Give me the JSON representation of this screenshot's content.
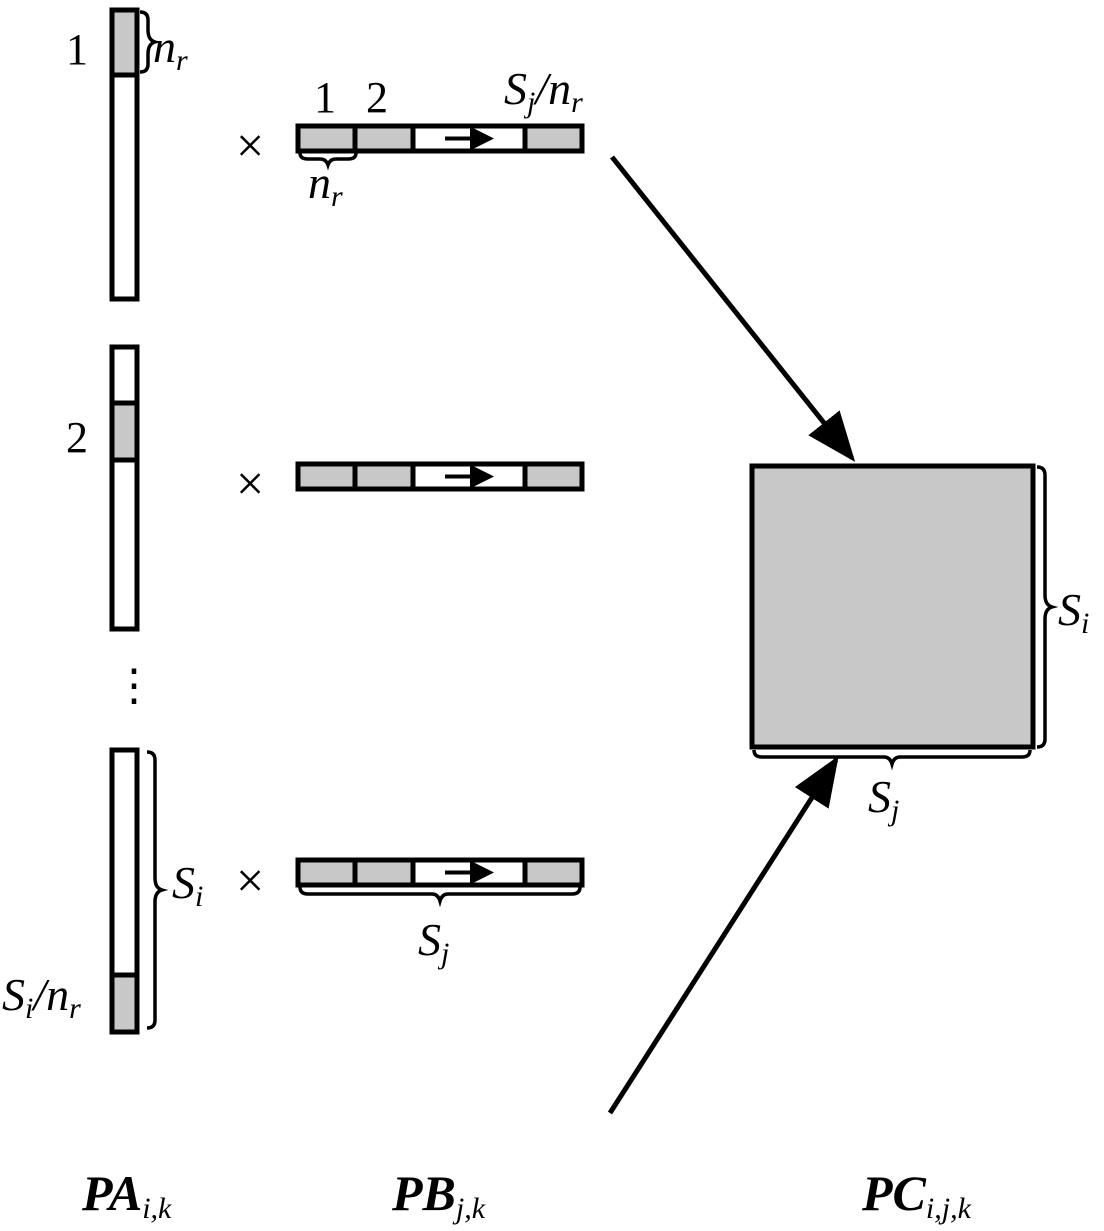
{
  "colors": {
    "block_fill": "#c8c8c8",
    "stroke": "#000000"
  },
  "pa": {
    "block1_label": "1",
    "block2_label": "2",
    "last_block_label": {
      "base": "S",
      "sub": "i",
      "rest": "/n",
      "rest_sub": "r"
    },
    "nr_label": {
      "base": "n",
      "sub": "r"
    },
    "si_label": {
      "base": "S",
      "sub": "i"
    },
    "ellipsis": "⋮",
    "caption": {
      "base": "PA",
      "sub": "i,k"
    }
  },
  "pb": {
    "times": "×",
    "seg1_label": "1",
    "seg2_label": "2",
    "last_seg_label": {
      "base": "S",
      "sub": "j",
      "rest": "/n",
      "rest_sub": "r"
    },
    "nr_label": {
      "base": "n",
      "sub": "r"
    },
    "sj_label": {
      "base": "S",
      "sub": "j"
    },
    "caption": {
      "base": "PB",
      "sub": "j,k"
    }
  },
  "pc": {
    "si_label": {
      "base": "S",
      "sub": "i"
    },
    "sj_label": {
      "base": "S",
      "sub": "j"
    },
    "caption": {
      "base": "PC",
      "sub": "i,j,k"
    }
  }
}
